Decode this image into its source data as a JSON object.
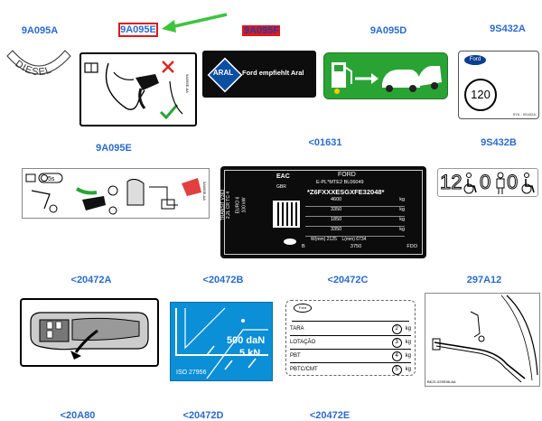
{
  "codes": {
    "r1c1": "9A095A",
    "r1c2": "9A095E",
    "r1c3": "9A095F",
    "r1c4": "9A095D",
    "r1c5": "9S432A",
    "r2c1": "9A095E",
    "r2c2": "<01631",
    "r2c3": "9S432B",
    "r3c1": "<20472A",
    "r3c2": "<20472B",
    "r3c3": "<20472C",
    "r3c4": "297A12",
    "r4c1": "<20A80",
    "r4c2": "<20472D",
    "r4c3": "<20472E"
  },
  "diesel": {
    "text": "DIESEL"
  },
  "aral": {
    "logo": "ARAL",
    "slogan": "Ford empfiehlt Aral"
  },
  "ford_logo": "Ford",
  "speed_label": {
    "value": "120",
    "small_print": "SY6 - 9S432A"
  },
  "fuel_cap_label": {
    "badge": "5s",
    "small": "9A095E-AA"
  },
  "fuel_label_small": "9A095E-AA",
  "vin_plate": {
    "brand": "FORD",
    "approval": "E-PL*MTE2 BL06049",
    "vin": "*Z6FXXXESGXFE32048*",
    "weights": [
      "4600",
      "3350",
      "1850",
      "3350"
    ],
    "unit": "kg",
    "eac": "EAC",
    "side_labels": [
      "TRANSIT V363",
      "2,2L CR TC 4",
      "EURO 6",
      "100 kW",
      "GBR"
    ],
    "code_row": [
      "B",
      "3750",
      "FDO"
    ],
    "dims": "W(mm) 2125    L(mm) 6734"
  },
  "seating": {
    "count1": "12",
    "count2": "0",
    "count3": "0"
  },
  "load_label": {
    "line1": "500 daN",
    "line2": "5 kN",
    "iso": "ISO 27956"
  },
  "pressure_table": {
    "rows": [
      {
        "label": "TARA",
        "num": "2",
        "unit": "kg"
      },
      {
        "label": "LOTAÇÃO",
        "num": "3",
        "unit": "kg"
      },
      {
        "label": "PBT",
        "num": "4",
        "unit": "kg"
      },
      {
        "label": "PBTC/CMT",
        "num": "5",
        "unit": "kg"
      }
    ]
  },
  "bracket_small": "BK21-025S98-AA",
  "colors": {
    "code_blue": "#2a6bcc",
    "highlight_red": "#e01818",
    "aral_blue": "#0b4ea2",
    "green": "#2aa335",
    "sign_blue": "#0b8fd6"
  }
}
